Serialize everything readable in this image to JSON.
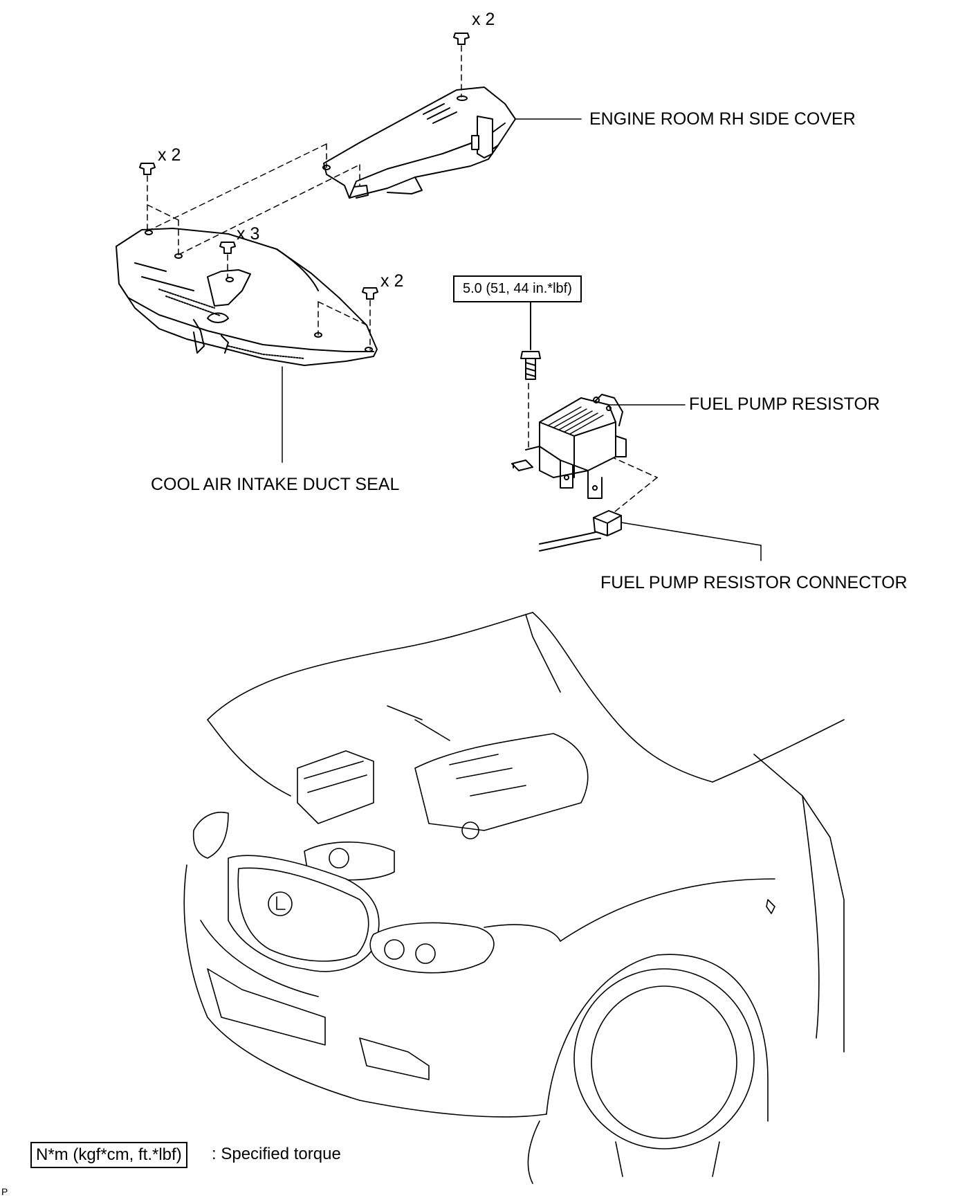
{
  "labels": {
    "engine_room_rh_side_cover": "ENGINE ROOM RH SIDE COVER",
    "fuel_pump_resistor": "FUEL PUMP RESISTOR",
    "cool_air_intake_duct_seal": "COOL AIR INTAKE DUCT SEAL",
    "fuel_pump_resistor_connector": "FUEL PUMP RESISTOR CONNECTOR"
  },
  "quantities": {
    "clip_top_cover": "x 2",
    "clip_left_seal": "x 2",
    "clip_center_seal": "x 3",
    "clip_right_seal": "x 2"
  },
  "torque": {
    "resistor_bolt": "5.0 (51, 44 in.*lbf)"
  },
  "legend": {
    "unit_box": "N*m (kgf*cm, ft.*lbf)",
    "description": ": Specified torque"
  },
  "corner_mark": "P"
}
